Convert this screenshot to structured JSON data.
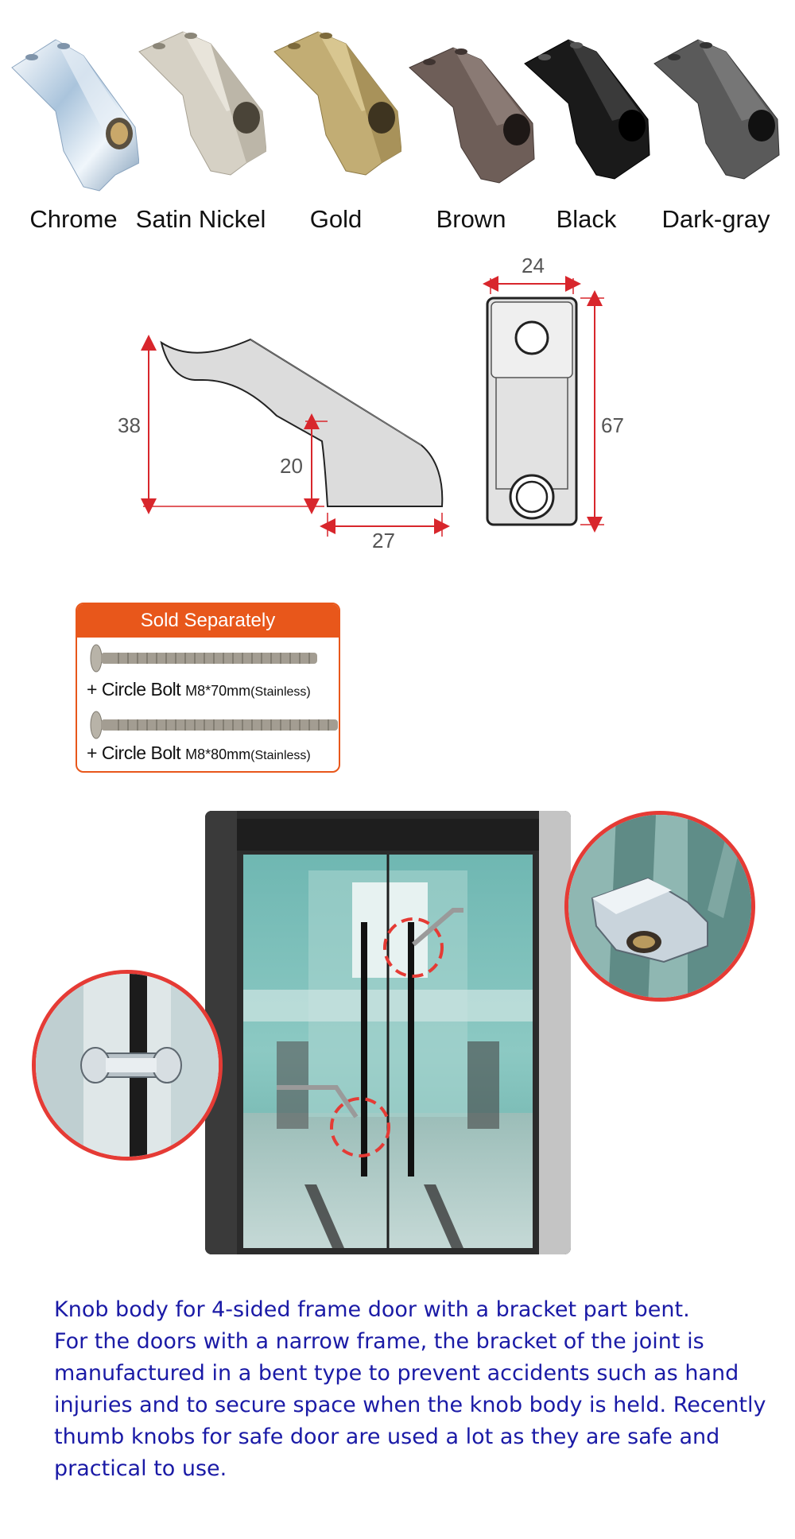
{
  "finishes": [
    {
      "label": "Chrome",
      "color": "#d7e3ee"
    },
    {
      "label": "Satin Nickel",
      "color": "#d9d4c8"
    },
    {
      "label": "Gold",
      "color": "#c6b27a"
    },
    {
      "label": "Brown",
      "color": "#6f5f5a"
    },
    {
      "label": "Black",
      "color": "#1b1b1b"
    },
    {
      "label": "Dark-gray",
      "color": "#5c5c5c"
    }
  ],
  "dimensions": {
    "height_total": "38",
    "height_lower": "20",
    "base_width": "27",
    "top_width": "24",
    "length": "67"
  },
  "sold_separately": {
    "title": "Sold Separately",
    "items": [
      {
        "prefix": "+ Circle Bolt",
        "spec": "M8*70mm",
        "note": "(Stainless)"
      },
      {
        "prefix": "+ Circle Bolt",
        "spec": "M8*80mm",
        "note": "(Stainless)"
      }
    ]
  },
  "description": {
    "lines": [
      "Knob body for 4-sided frame door with a bracket part bent.",
      "For the doors with a narrow frame, the bracket of the joint is",
      "manufactured in a bent type to prevent accidents such as hand",
      "injuries and to secure space when the knob body is held. Recently",
      "thumb knobs for safe door are used a lot as they are safe and",
      "practical to use."
    ]
  },
  "colors": {
    "accent_orange": "#e8571b",
    "dimension_red": "#d8262c",
    "highlight_red": "#e53b35",
    "text_blue": "#1a1aa6"
  }
}
